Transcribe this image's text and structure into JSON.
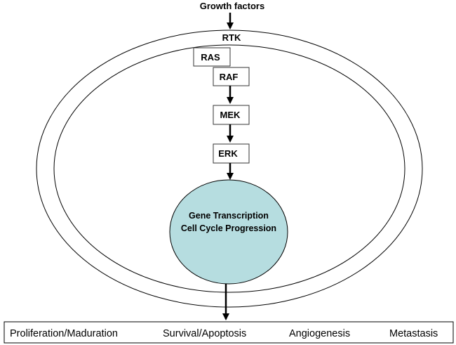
{
  "input": {
    "label": "Growth factors"
  },
  "receptor": {
    "label": "RTK"
  },
  "cascade": [
    {
      "label": "RAS"
    },
    {
      "label": "RAF"
    },
    {
      "label": "MEK"
    },
    {
      "label": "ERK"
    }
  ],
  "nucleus": {
    "line1": "Gene Transcription",
    "line2": "Cell Cycle Progression",
    "fill_color": "#b6dde0"
  },
  "outcomes": [
    {
      "label": "Proliferation/Maduration"
    },
    {
      "label": "Survival/Apoptosis"
    },
    {
      "label": "Angiogenesis"
    },
    {
      "label": "Metastasis"
    }
  ]
}
